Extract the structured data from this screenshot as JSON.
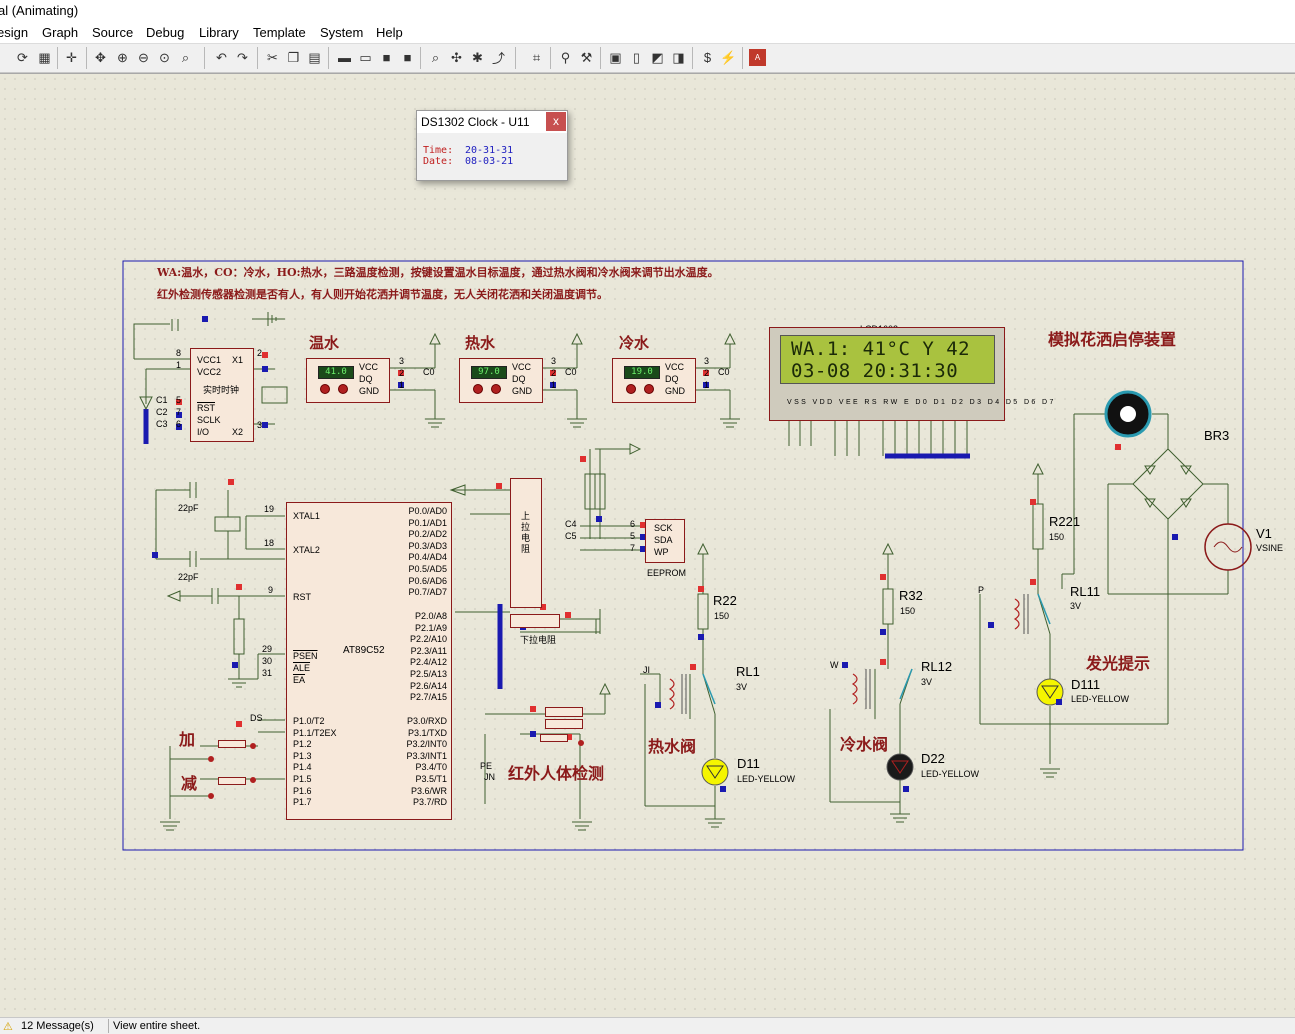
{
  "window": {
    "title": "al (Animating)"
  },
  "menu": [
    "esign",
    "Graph",
    "Source",
    "Debug",
    "Library",
    "Template",
    "System",
    "Help"
  ],
  "clock_popup": {
    "title": "DS1302 Clock - U11",
    "close": "x",
    "time_label": "Time:",
    "time_value": "20-31-31",
    "date_label": "Date:",
    "date_value": "08-03-21"
  },
  "schematic": {
    "header_line1": "WA:温水，CO：冷水，HO:热水，三路温度检测，按键设置温水目标温度，通过热水阀和冷水阀来调节出水温度。",
    "header_line2": "红外检测传感器检测是否有人，有人则开始花洒并调节温度，无人关闭花洒和关闭温度调节。",
    "sensors": [
      {
        "title": "温水",
        "value": "41.0"
      },
      {
        "title": "热水",
        "value": "97.0"
      },
      {
        "title": "冷水",
        "value": "19.0"
      }
    ],
    "sensor_pins": {
      "vcc": "VCC",
      "dq": "DQ",
      "gnd": "GND",
      "n3": "3",
      "n2": "2",
      "n1": "1",
      "co": "C0"
    },
    "lcd": {
      "name": "LCD1602",
      "line1": "WA.1:  41°C Y 42",
      "line2": "03-08 20:31:30",
      "pins": "VSS VDD VEE   RS RW E   D0 D1 D2 D3 D4 D5 D6 D7"
    },
    "shower_title": "模拟花洒启停装置",
    "bridge": "BR3",
    "source": {
      "name": "V1",
      "type": "VSINE"
    },
    "r221": {
      "name": "R221",
      "value": "150"
    },
    "rl11": {
      "name": "RL11",
      "value": "3V"
    },
    "light_title": "发光提示",
    "d111": {
      "name": "D111",
      "type": "LED-YELLOW"
    },
    "rtc": {
      "vcc1": "VCC1",
      "vcc2": "VCC2",
      "x1": "X1",
      "x2": "X2",
      "title": "实时时钟",
      "rst": "RST",
      "sclk": "SCLK",
      "io": "I/O",
      "c1": "C1",
      "c2": "C2",
      "c3": "C3",
      "p8": "8",
      "p1": "1",
      "p2": "2",
      "p3": "3",
      "p5": "5",
      "p6": "6",
      "p7": "7"
    },
    "mcu": {
      "name": "AT89C52",
      "xtal1": "XTAL1",
      "xtal2": "XTAL2",
      "rst": "RST",
      "psen": "PSEN",
      "ale": "ALE",
      "ea": "EA",
      "p0": [
        "P0.0/AD0",
        "P0.1/AD1",
        "P0.2/AD2",
        "P0.3/AD3",
        "P0.4/AD4",
        "P0.5/AD5",
        "P0.6/AD6",
        "P0.7/AD7"
      ],
      "p2": [
        "P2.0/A8",
        "P2.1/A9",
        "P2.2/A10",
        "P2.3/A11",
        "P2.4/A12",
        "P2.5/A13",
        "P2.6/A14",
        "P2.7/A15"
      ],
      "p1": [
        "P1.0/T2",
        "P1.1/T2EX",
        "P1.2",
        "P1.3",
        "P1.4",
        "P1.5",
        "P1.6",
        "P1.7"
      ],
      "p3": [
        "P3.0/RXD",
        "P3.1/TXD",
        "P3.2/INT0",
        "P3.3/INT1",
        "P3.4/T0",
        "P3.5/T1",
        "P3.6/WR",
        "P3.7/RD"
      ],
      "n19": "19",
      "n18": "18",
      "n9": "9",
      "n29": "29",
      "n30": "30",
      "n31": "31"
    },
    "xtal_caps": [
      "22pF",
      "22pF"
    ],
    "pullup": "上拉电阻",
    "pulldown": "下拉电阻",
    "eeprom": {
      "name": "EEPROM",
      "sck": "SCK",
      "sda": "SDA",
      "wp": "WP",
      "c4": "C4",
      "c5": "C5",
      "n6": "6",
      "n5": "5",
      "n7": "7"
    },
    "r22": {
      "name": "R22",
      "value": "150"
    },
    "rl1": {
      "name": "RL1",
      "value": "3V"
    },
    "hot_valve": "热水阀",
    "d11": {
      "name": "D11",
      "type": "LED-YELLOW"
    },
    "r32": {
      "name": "R32",
      "value": "150"
    },
    "rl12": {
      "name": "RL12",
      "value": "3V"
    },
    "cold_valve": "冷水阀",
    "d22": {
      "name": "D22",
      "type": "LED-YELLOW"
    },
    "add_btn": "加",
    "sub_btn": "减",
    "ir_title": "红外人体检测",
    "net_ds": "DS",
    "net_pe": "PE",
    "net_jn": "JN",
    "net_ji": "JI",
    "net_w": "W",
    "net_p": "P"
  },
  "status": {
    "messages": "12 Message(s)",
    "hint": "View entire sheet."
  }
}
